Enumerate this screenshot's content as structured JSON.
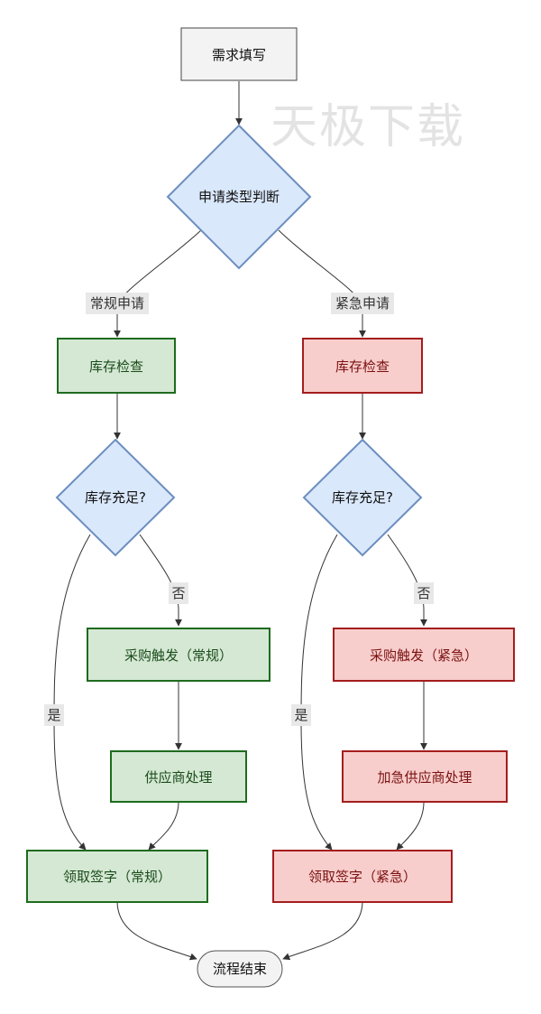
{
  "watermark": "天极下载",
  "colors": {
    "edge": "#333333",
    "start_fill": "#f3f3f3",
    "start_stroke": "#444444",
    "decision_fill": "#dae8fc",
    "decision_stroke": "#6c8ebf",
    "green_fill": "#d5e8d4",
    "green_stroke": "#1e6b1e",
    "green_text": "#1b4d1b",
    "red_fill": "#f8cecc",
    "red_stroke": "#a41d1d",
    "red_text": "#7a1111",
    "end_fill": "#f3f3f3",
    "end_stroke": "#555555",
    "label_bg": "#e8e8e8"
  },
  "nodes": {
    "start": "需求填写",
    "type_decision": "申请类型判断",
    "regular_check": "库存检查",
    "urgent_check": "库存检查",
    "regular_stock_decision": "库存充足?",
    "urgent_stock_decision": "库存充足?",
    "regular_purchase": "采购触发（常规）",
    "urgent_purchase": "采购触发（紧急）",
    "regular_supplier": "供应商处理",
    "urgent_supplier": "加急供应商处理",
    "regular_sign": "领取签字（常规）",
    "urgent_sign": "领取签字（紧急）",
    "end": "流程结束"
  },
  "edge_labels": {
    "regular": "常规申请",
    "urgent": "紧急申请",
    "regular_no": "否",
    "urgent_no": "否",
    "regular_yes": "是",
    "urgent_yes": "是"
  }
}
